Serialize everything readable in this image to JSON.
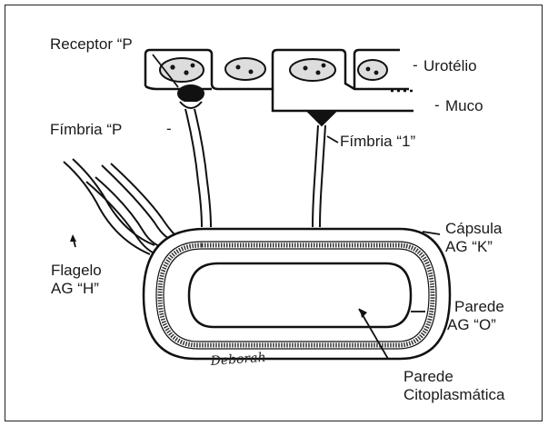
{
  "labels": {
    "receptor_p": "Receptor “P",
    "urotelio": "Urotélio",
    "muco": "Muco",
    "fimbria_p": "Fímbria “P",
    "fimbria_1": "Fímbria “1”",
    "capsula": "Cápsula",
    "capsula_ag": "AG “K”",
    "flagelo": "Flagelo",
    "flagelo_ag": "AG “H”",
    "parede": "Parede",
    "parede_ag": "AG “O”",
    "parede_cit_1": "Parede",
    "parede_cit_2": "Citoplasmática"
  },
  "signature": "Deborah"
}
